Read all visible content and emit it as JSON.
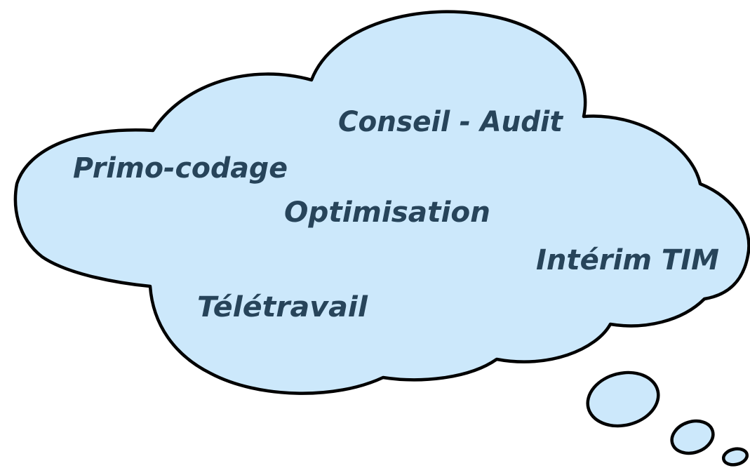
{
  "cloud": {
    "fill_color": "#cce8fb",
    "outline_color": "#000000",
    "text_color": "#27445a",
    "labels": {
      "conseil_audit": "Conseil - Audit",
      "primo_codage": "Primo-codage",
      "optimisation": "Optimisation",
      "interim_tim": "Intérim TIM",
      "teletravail": "Télétravail"
    }
  }
}
